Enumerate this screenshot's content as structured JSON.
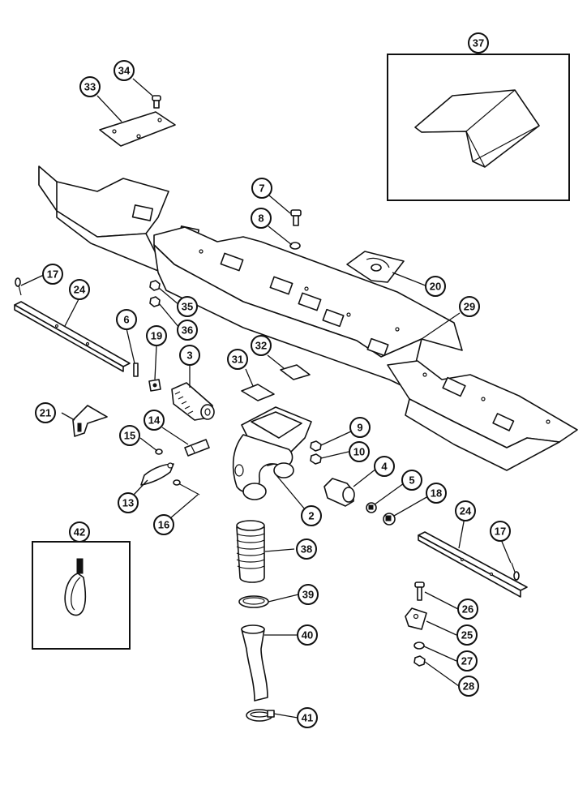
{
  "callouts": [
    {
      "id": "c2",
      "label": "2"
    },
    {
      "id": "c3",
      "label": "3"
    },
    {
      "id": "c4",
      "label": "4"
    },
    {
      "id": "c5",
      "label": "5"
    },
    {
      "id": "c6",
      "label": "6"
    },
    {
      "id": "c7",
      "label": "7"
    },
    {
      "id": "c8",
      "label": "8"
    },
    {
      "id": "c9",
      "label": "9"
    },
    {
      "id": "c10",
      "label": "10"
    },
    {
      "id": "c13",
      "label": "13"
    },
    {
      "id": "c14",
      "label": "14"
    },
    {
      "id": "c15",
      "label": "15"
    },
    {
      "id": "c16",
      "label": "16"
    },
    {
      "id": "c17a",
      "label": "17"
    },
    {
      "id": "c17b",
      "label": "17"
    },
    {
      "id": "c18",
      "label": "18"
    },
    {
      "id": "c19",
      "label": "19"
    },
    {
      "id": "c20",
      "label": "20"
    },
    {
      "id": "c21",
      "label": "21"
    },
    {
      "id": "c24a",
      "label": "24"
    },
    {
      "id": "c24b",
      "label": "24"
    },
    {
      "id": "c25",
      "label": "25"
    },
    {
      "id": "c26",
      "label": "26"
    },
    {
      "id": "c27",
      "label": "27"
    },
    {
      "id": "c28",
      "label": "28"
    },
    {
      "id": "c29",
      "label": "29"
    },
    {
      "id": "c31",
      "label": "31"
    },
    {
      "id": "c32",
      "label": "32"
    },
    {
      "id": "c33",
      "label": "33"
    },
    {
      "id": "c34",
      "label": "34"
    },
    {
      "id": "c35",
      "label": "35"
    },
    {
      "id": "c36",
      "label": "36"
    },
    {
      "id": "c37",
      "label": "37"
    },
    {
      "id": "c38",
      "label": "38"
    },
    {
      "id": "c39",
      "label": "39"
    },
    {
      "id": "c40",
      "label": "40"
    },
    {
      "id": "c41",
      "label": "41"
    },
    {
      "id": "c42",
      "label": "42"
    }
  ]
}
